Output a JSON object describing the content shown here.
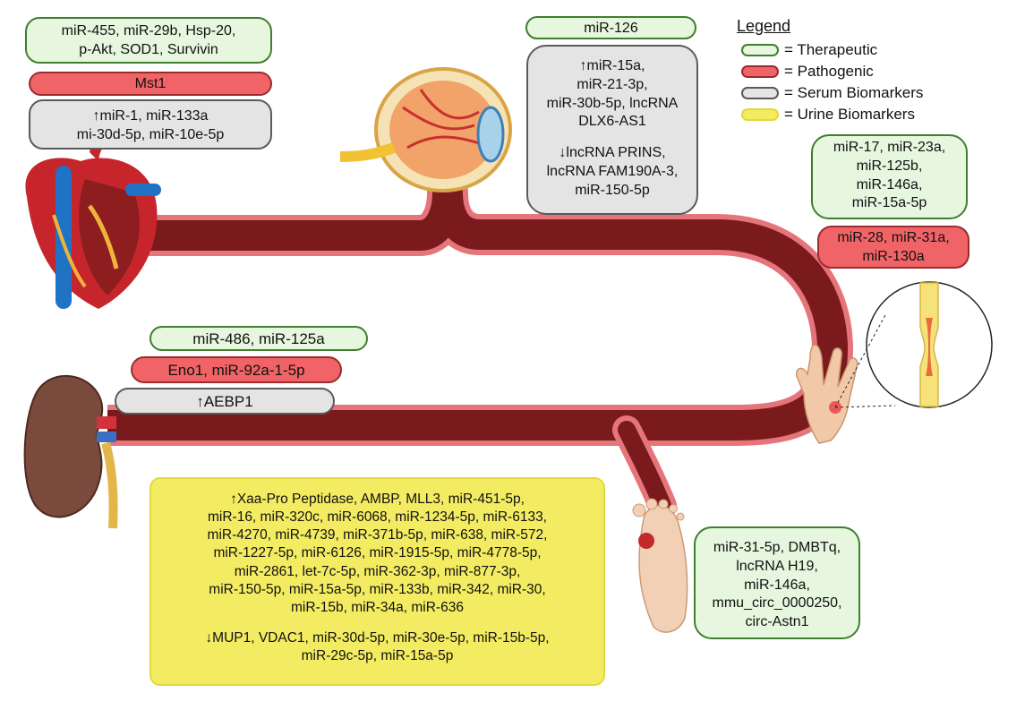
{
  "legend": {
    "title": "Legend",
    "items": [
      {
        "key": "therapeutic",
        "label": "= Therapeutic",
        "color": "#e7f6de",
        "border": "#3f7f2e"
      },
      {
        "key": "pathogenic",
        "label": "= Pathogenic",
        "color": "#f06467",
        "border": "#9a2b2e"
      },
      {
        "key": "serum",
        "label": "= Serum Biomarkers",
        "color": "#e4e4e4",
        "border": "#5a5a5a"
      },
      {
        "key": "urine",
        "label": "= Urine Biomarkers",
        "color": "#f3ec62",
        "border": "#e3d83a"
      }
    ]
  },
  "heart": {
    "icon": "heart-icon",
    "therapeutic": [
      "miR-455, miR-29b, Hsp-20,",
      "p-Akt, SOD1, Survivin"
    ],
    "pathogenic": "Mst1",
    "serum": [
      "↑miR-1, miR-133a",
      "mi-30d-5p, miR-10e-5p"
    ]
  },
  "eye": {
    "icon": "eye-icon",
    "therapeutic": "miR-126",
    "serum_up": [
      "↑miR-15a,",
      "miR-21-3p,",
      "miR-30b-5p, lncRNA",
      "DLX6-AS1"
    ],
    "serum_down": [
      "↓lncRNA PRINS,",
      "lncRNA FAM190A-3,",
      "miR-150-5p"
    ]
  },
  "hand": {
    "icon": "hand-icon",
    "therapeutic": [
      "miR-17, miR-23a,",
      "miR-125b,",
      "miR-146a,",
      "miR-15a-5p"
    ],
    "pathogenic": [
      "miR-28, miR-31a,",
      "miR-130a"
    ],
    "inset_icon": "narrowed-vessel-icon"
  },
  "kidney": {
    "icon": "kidney-icon",
    "therapeutic": "miR-486, miR-125a",
    "pathogenic": "Eno1, miR-92a-1-5p",
    "serum": "↑AEBP1",
    "urine_up": [
      "↑Xaa-Pro Peptidase, AMBP, MLL3, miR-451-5p,",
      "miR-16, miR-320c, miR-6068, miR-1234-5p, miR-6133,",
      "miR-4270, miR-4739, miR-371b-5p, miR-638, miR-572,",
      "miR-1227-5p, miR-6126, miR-1915-5p, miR-4778-5p,",
      "miR-2861,  let-7c-5p, miR-362-3p, miR-877-3p,",
      "miR-150-5p, miR-15a-5p, miR-133b, miR-342, miR-30,",
      "miR-15b, miR-34a, miR-636"
    ],
    "urine_down": [
      "↓MUP1, VDAC1, miR-30d-5p, miR-30e-5p, miR-15b-5p,",
      "miR-29c-5p, miR-15a-5p"
    ]
  },
  "foot": {
    "icon": "foot-ulcer-icon",
    "therapeutic": [
      "miR-31-5p, DMBTq,",
      "lncRNA H19,",
      "miR-146a,",
      "mmu_circ_0000250,",
      "circ-Astn1"
    ]
  }
}
